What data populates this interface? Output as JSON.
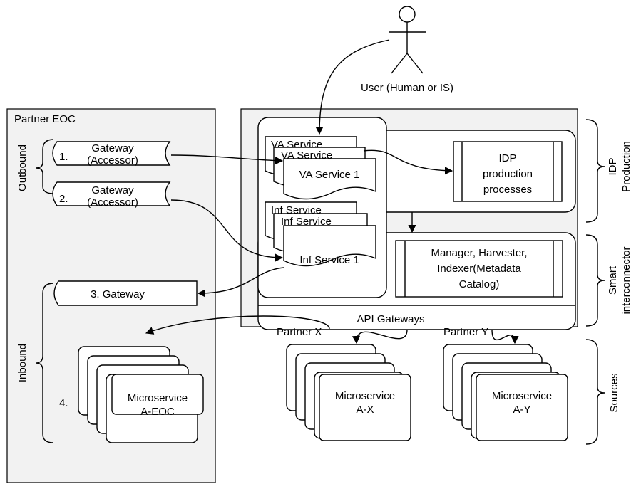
{
  "user": {
    "label": "User (Human or IS)"
  },
  "partner_eoc": {
    "title": "Partner EOC",
    "outbound_label": "Outbound",
    "inbound_label": "Inbound",
    "gateway1": {
      "num": "1.",
      "line1": "Gateway",
      "line2": "(Accessor)"
    },
    "gateway2": {
      "num": "2.",
      "line1": "Gateway",
      "line2": "(Accessor)"
    },
    "gateway3": {
      "label": "3. Gateway"
    },
    "ms_num": "4.",
    "ms_line1": "Microservice",
    "ms_line2": "A-EOC"
  },
  "core": {
    "va_service": "VA Service 1",
    "va_stack_back": "VA Service",
    "inf_service": "Inf Service 1",
    "inf_stack_back": "Inf Service",
    "idp_line1": "IDP",
    "idp_line2": "production",
    "idp_line3": "processes",
    "mgr_line1": "Manager, Harvester,",
    "mgr_line2": "Indexer(Metadata",
    "mgr_line3": "Catalog)",
    "api_gateways": "API Gateways"
  },
  "partner_x": {
    "title": "Partner X",
    "line1": "Microservice",
    "line2": "A-X"
  },
  "partner_y": {
    "title": "Partner Y",
    "line1": "Microservice",
    "line2": "A-Y"
  },
  "side_labels": {
    "idp1": "IDP",
    "idp2": "Production",
    "smart1": "Smart",
    "smart2": "interconnector",
    "sources": "Sources"
  }
}
